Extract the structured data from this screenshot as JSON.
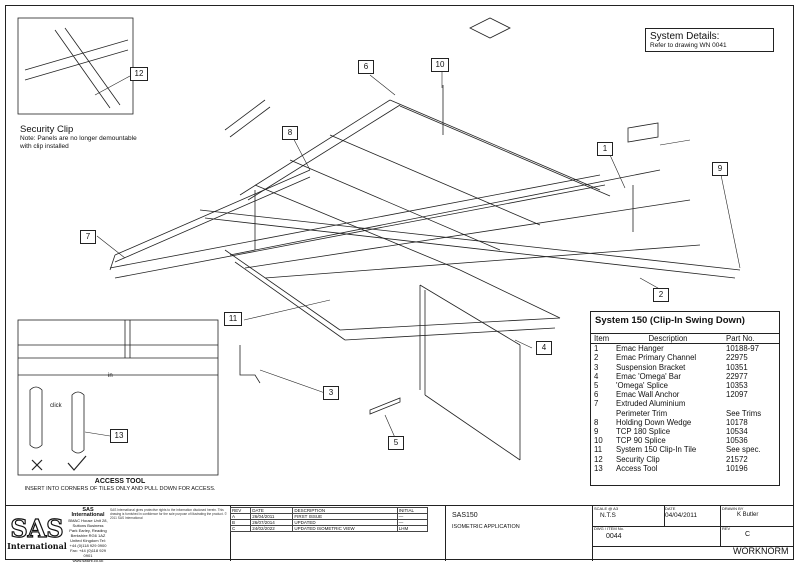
{
  "system_details": {
    "title": "System Details:",
    "ref": "Refer to drawing WN 0041"
  },
  "security_clip": {
    "title": "Security Clip",
    "note": "Note: Panels are no longer demountable with clip installed"
  },
  "access_tool": {
    "title": "ACCESS TOOL",
    "note": "INSERT INTO CORNERS OF TILES ONLY AND PULL DOWN FOR ACCESS.",
    "click": "click",
    "in": "in"
  },
  "callouts": {
    "c1": "1",
    "c2": "2",
    "c3": "3",
    "c4": "4",
    "c5": "5",
    "c6": "6",
    "c7": "7",
    "c8": "8",
    "c9": "9",
    "c10": "10",
    "c11": "11",
    "c12": "12",
    "c13": "13"
  },
  "parts_list": {
    "title": "System 150  (Clip-In Swing Down)",
    "headers": {
      "item": "Item",
      "description": "Description",
      "part": "Part No."
    },
    "rows": [
      {
        "item": "1",
        "description": "Emac Hanger",
        "part": "10188-97"
      },
      {
        "item": "2",
        "description": "Emac Primary Channel",
        "part": "22975"
      },
      {
        "item": "3",
        "description": "Suspension Bracket",
        "part": "10351"
      },
      {
        "item": "4",
        "description": "Emac 'Omega' Bar",
        "part": "22977"
      },
      {
        "item": "5",
        "description": "'Omega' Splice",
        "part": "10353"
      },
      {
        "item": "6",
        "description": "Emac Wall Anchor",
        "part": "12097"
      },
      {
        "item": "7",
        "description": "Extruded Aluminium",
        "part": ""
      },
      {
        "item": "",
        "description": "Perimeter Trim",
        "part": "See Trims"
      },
      {
        "item": "8",
        "description": "Holding Down Wedge",
        "part": "10178"
      },
      {
        "item": "9",
        "description": "TCP 180 Splice",
        "part": "10534"
      },
      {
        "item": "10",
        "description": "TCP 90 Splice",
        "part": "10536"
      },
      {
        "item": "11",
        "description": "System 150 Clip-In Tile",
        "part": "See spec."
      },
      {
        "item": "12",
        "description": "Security Clip",
        "part": "21572"
      },
      {
        "item": "13",
        "description": "Access Tool",
        "part": "10196"
      }
    ]
  },
  "title_block": {
    "logo_text": "SAS",
    "logo_sub": "International",
    "company": "SAS International",
    "address": "BMAC House  Unit 28, Suttons Business Park  Earley, Reading  Berkshire RG6 1AZ  United Kingdom  Tel: +44 (0)118 929 0900  Fax: +44 (0)118 929 0901  www.sasint.co.uk",
    "legal": "SAS International gives protective rights to the information disclosed herein. This drawing is furnished in confidence for the sole purpose of illustrating the product. © 2011 SAS International",
    "revisions": {
      "headers": [
        "REV",
        "DATE",
        "DESCRIPTION",
        "INITIAL"
      ],
      "rows": [
        [
          "A",
          "26/04/2011",
          "FIRST ISSUE",
          "—"
        ],
        [
          "B",
          "26/07/2014",
          "UPDATED",
          "—"
        ],
        [
          "C",
          "24/02/2022",
          "UPDATED ISOMETRIC VIEW",
          "LHM"
        ]
      ]
    },
    "drawing_title": "SAS150",
    "drawing_sub": "ISOMETRIC APPLICATION",
    "scale_label": "SCALE @ A3",
    "scale": "N.T.S",
    "date_label": "DATE",
    "date": "04/04/2011",
    "drawn_label": "DRAWN BY",
    "drawn": "K Butler",
    "dwg_label": "DWG / ITEM No.",
    "dwg": "0044",
    "rev_label": "REV",
    "rev": "C",
    "worknorm": "WORKNORM"
  }
}
